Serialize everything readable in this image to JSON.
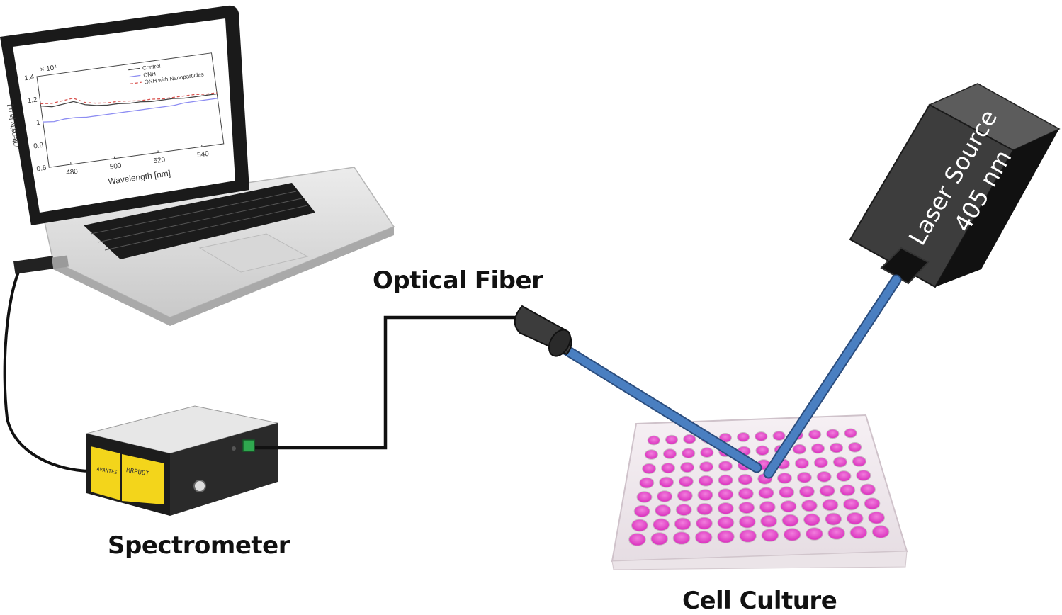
{
  "labels": {
    "optical_fiber": "Optical Fiber",
    "spectrometer": "Spectrometer",
    "cell_culture": "Cell Culture",
    "laser_line1": "Laser Source",
    "laser_line2": "405 nm"
  },
  "spectrometer_text": {
    "left": "AVANTES",
    "right": "MRPUOT"
  },
  "colors": {
    "beam": "#4a7fc1",
    "beam_edge": "#2b4d7e",
    "well": "#e341c7",
    "laser_body": "#3d3d3d",
    "spectrometer_label": "#f3d51b"
  },
  "chart_data": {
    "type": "line",
    "title": "",
    "xlabel": "Wavelength [nm]",
    "ylabel": "Intensity [a.u.]",
    "exponent": "× 10⁴",
    "xlim": [
      470,
      550
    ],
    "ylim": [
      0.6,
      1.4
    ],
    "x_ticks": [
      "480",
      "500",
      "520",
      "540"
    ],
    "y_ticks": [
      "0.6",
      "0.8",
      "1",
      "1.2",
      "1.4"
    ],
    "x_tick_values": [
      480,
      500,
      520,
      540
    ],
    "y_tick_values": [
      0.6,
      0.8,
      1.0,
      1.2,
      1.4
    ],
    "x": [
      470,
      475,
      480,
      485,
      490,
      495,
      500,
      505,
      510,
      515,
      520,
      525,
      530,
      535,
      540,
      545,
      550
    ],
    "series": [
      {
        "name": "Control",
        "color": "#444444",
        "dash": "",
        "values": [
          1.14,
          1.12,
          1.13,
          1.14,
          1.1,
          1.08,
          1.07,
          1.07,
          1.06,
          1.06,
          1.05,
          1.05,
          1.05,
          1.04,
          1.04,
          1.04,
          1.04
        ]
      },
      {
        "name": "ONH",
        "color": "#8c8cf2",
        "dash": "",
        "values": [
          1.0,
          0.99,
          1.0,
          1.0,
          0.99,
          0.99,
          0.99,
          0.99,
          0.99,
          0.99,
          0.99,
          0.99,
          0.99,
          1.0,
          1.0,
          1.0,
          1.0
        ]
      },
      {
        "name": "ONH with Nanoparticles",
        "color": "#d9534f",
        "dash": "4,3",
        "values": [
          1.16,
          1.15,
          1.16,
          1.17,
          1.12,
          1.1,
          1.09,
          1.09,
          1.08,
          1.07,
          1.07,
          1.06,
          1.06,
          1.06,
          1.06,
          1.05,
          1.05
        ]
      }
    ]
  }
}
